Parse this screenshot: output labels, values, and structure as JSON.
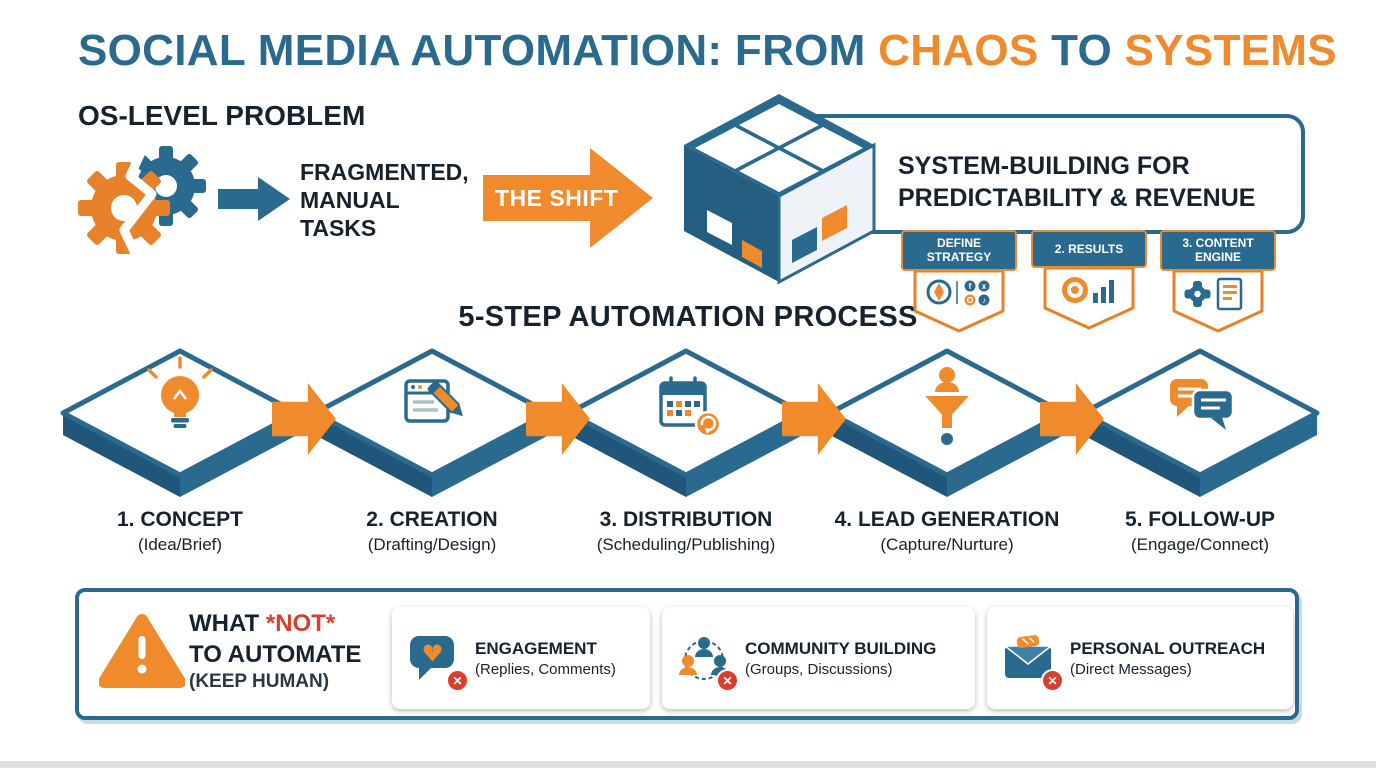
{
  "colors": {
    "blue": "#2b6a8f",
    "dark_blue": "#1f567a",
    "orange": "#ef8b2d",
    "red": "#d7402e",
    "text": "#16222e"
  },
  "title": {
    "part1": "SOCIAL MEDIA AUTOMATION: FROM ",
    "part2": "CHAOS",
    "part3": " TO ",
    "part4": "SYSTEMS"
  },
  "problem": {
    "heading": "OS-LEVEL PROBLEM",
    "tasks_label": "FRAGMENTED,\nMANUAL\nTASKS",
    "gear_icon": "broken-gear-icon",
    "arrow_icon": "right-arrow-icon"
  },
  "shift": {
    "label": "THE SHIFT"
  },
  "system": {
    "heading": "SYSTEM-BUILDING FOR PREDICTABILITY & REVENUE",
    "cube_icon": "isometric-cube-icon",
    "badges": [
      {
        "label": "DEFINE STRATEGY",
        "icon": "compass-social-icons"
      },
      {
        "label": "2. RESULTS",
        "icon": "target-chart-icons"
      },
      {
        "label": "3. CONTENT ENGINE",
        "icon": "gear-document-icons"
      }
    ]
  },
  "process": {
    "heading": "5-STEP AUTOMATION PROCESS",
    "steps": [
      {
        "title": "1. CONCEPT",
        "subtitle": "(Idea/Brief)",
        "icon": "lightbulb-icon"
      },
      {
        "title": "2. CREATION",
        "subtitle": "(Drafting/Design)",
        "icon": "document-pencil-icon"
      },
      {
        "title": "3. DISTRIBUTION",
        "subtitle": "(Scheduling/Publishing)",
        "icon": "calendar-publish-icon"
      },
      {
        "title": "4. LEAD GENERATION",
        "subtitle": "(Capture/Nurture)",
        "icon": "funnel-icon"
      },
      {
        "title": "5. FOLLOW-UP",
        "subtitle": "(Engage/Connect)",
        "icon": "chat-bubbles-icon"
      }
    ]
  },
  "keep_human": {
    "heading_word": "WHAT ",
    "heading_not": "*NOT*",
    "heading_line2": "TO AUTOMATE",
    "heading_line3": "(KEEP HUMAN)",
    "warning_icon": "warning-triangle-icon",
    "x_glyph": "✕",
    "items": [
      {
        "title": "ENGAGEMENT",
        "subtitle": "(Replies, Comments)",
        "icon": "chat-heart-icon"
      },
      {
        "title": "COMMUNITY BUILDING",
        "subtitle": "(Groups, Discussions)",
        "icon": "people-group-icon"
      },
      {
        "title": "PERSONAL OUTREACH",
        "subtitle": "(Direct Messages)",
        "icon": "envelope-handshake-icon"
      }
    ]
  }
}
